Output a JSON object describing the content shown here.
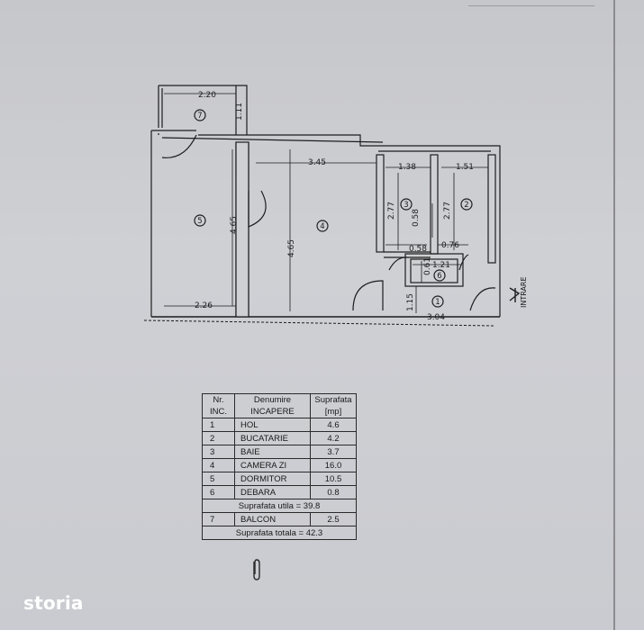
{
  "plan": {
    "room_markers": [
      "1",
      "2",
      "3",
      "4",
      "5",
      "6",
      "7"
    ],
    "dimensions": {
      "balcony_width": "2.20",
      "balcony_depth": "1.11",
      "bedroom_width": "2.26",
      "bedroom_length": "4.65",
      "living_width": "3.45",
      "living_length": "4.65",
      "bath_width": "1.38",
      "bath_length": "2.77",
      "kitchen_width": "1.51",
      "kitchen_length": "2.77",
      "bath_small_a": "0.58",
      "bath_small_b": "0.58",
      "bath_small_c": "0.76",
      "storage_width": "1.21",
      "storage_depth": "0.61",
      "hall_depth": "1.15",
      "hall_width": "3.04"
    },
    "entrance_label": "INTRARE"
  },
  "table": {
    "header": {
      "nr_line1": "Nr.",
      "nr_line2": "INC.",
      "name_line1": "Denumire",
      "name_line2": "INCAPERE",
      "area_line1": "Suprafata",
      "area_line2": "[mp]"
    },
    "rows": [
      {
        "nr": "1",
        "name": "HOL",
        "area": "4.6"
      },
      {
        "nr": "2",
        "name": "BUCATARIE",
        "area": "4.2"
      },
      {
        "nr": "3",
        "name": "BAIE",
        "area": "3.7"
      },
      {
        "nr": "4",
        "name": "CAMERA ZI",
        "area": "16.0"
      },
      {
        "nr": "5",
        "name": "DORMITOR",
        "area": "10.5"
      },
      {
        "nr": "6",
        "name": "DEBARA",
        "area": "0.8"
      }
    ],
    "usable_total": "Suprafata utila = 39.8",
    "balcony_row": {
      "nr": "7",
      "name": "BALCON",
      "area": "2.5"
    },
    "grand_total": "Suprafata totala = 42.3"
  },
  "brand": "storia",
  "colors": {
    "ink": "#1d1d1f",
    "paper": "#c9c9cd"
  }
}
